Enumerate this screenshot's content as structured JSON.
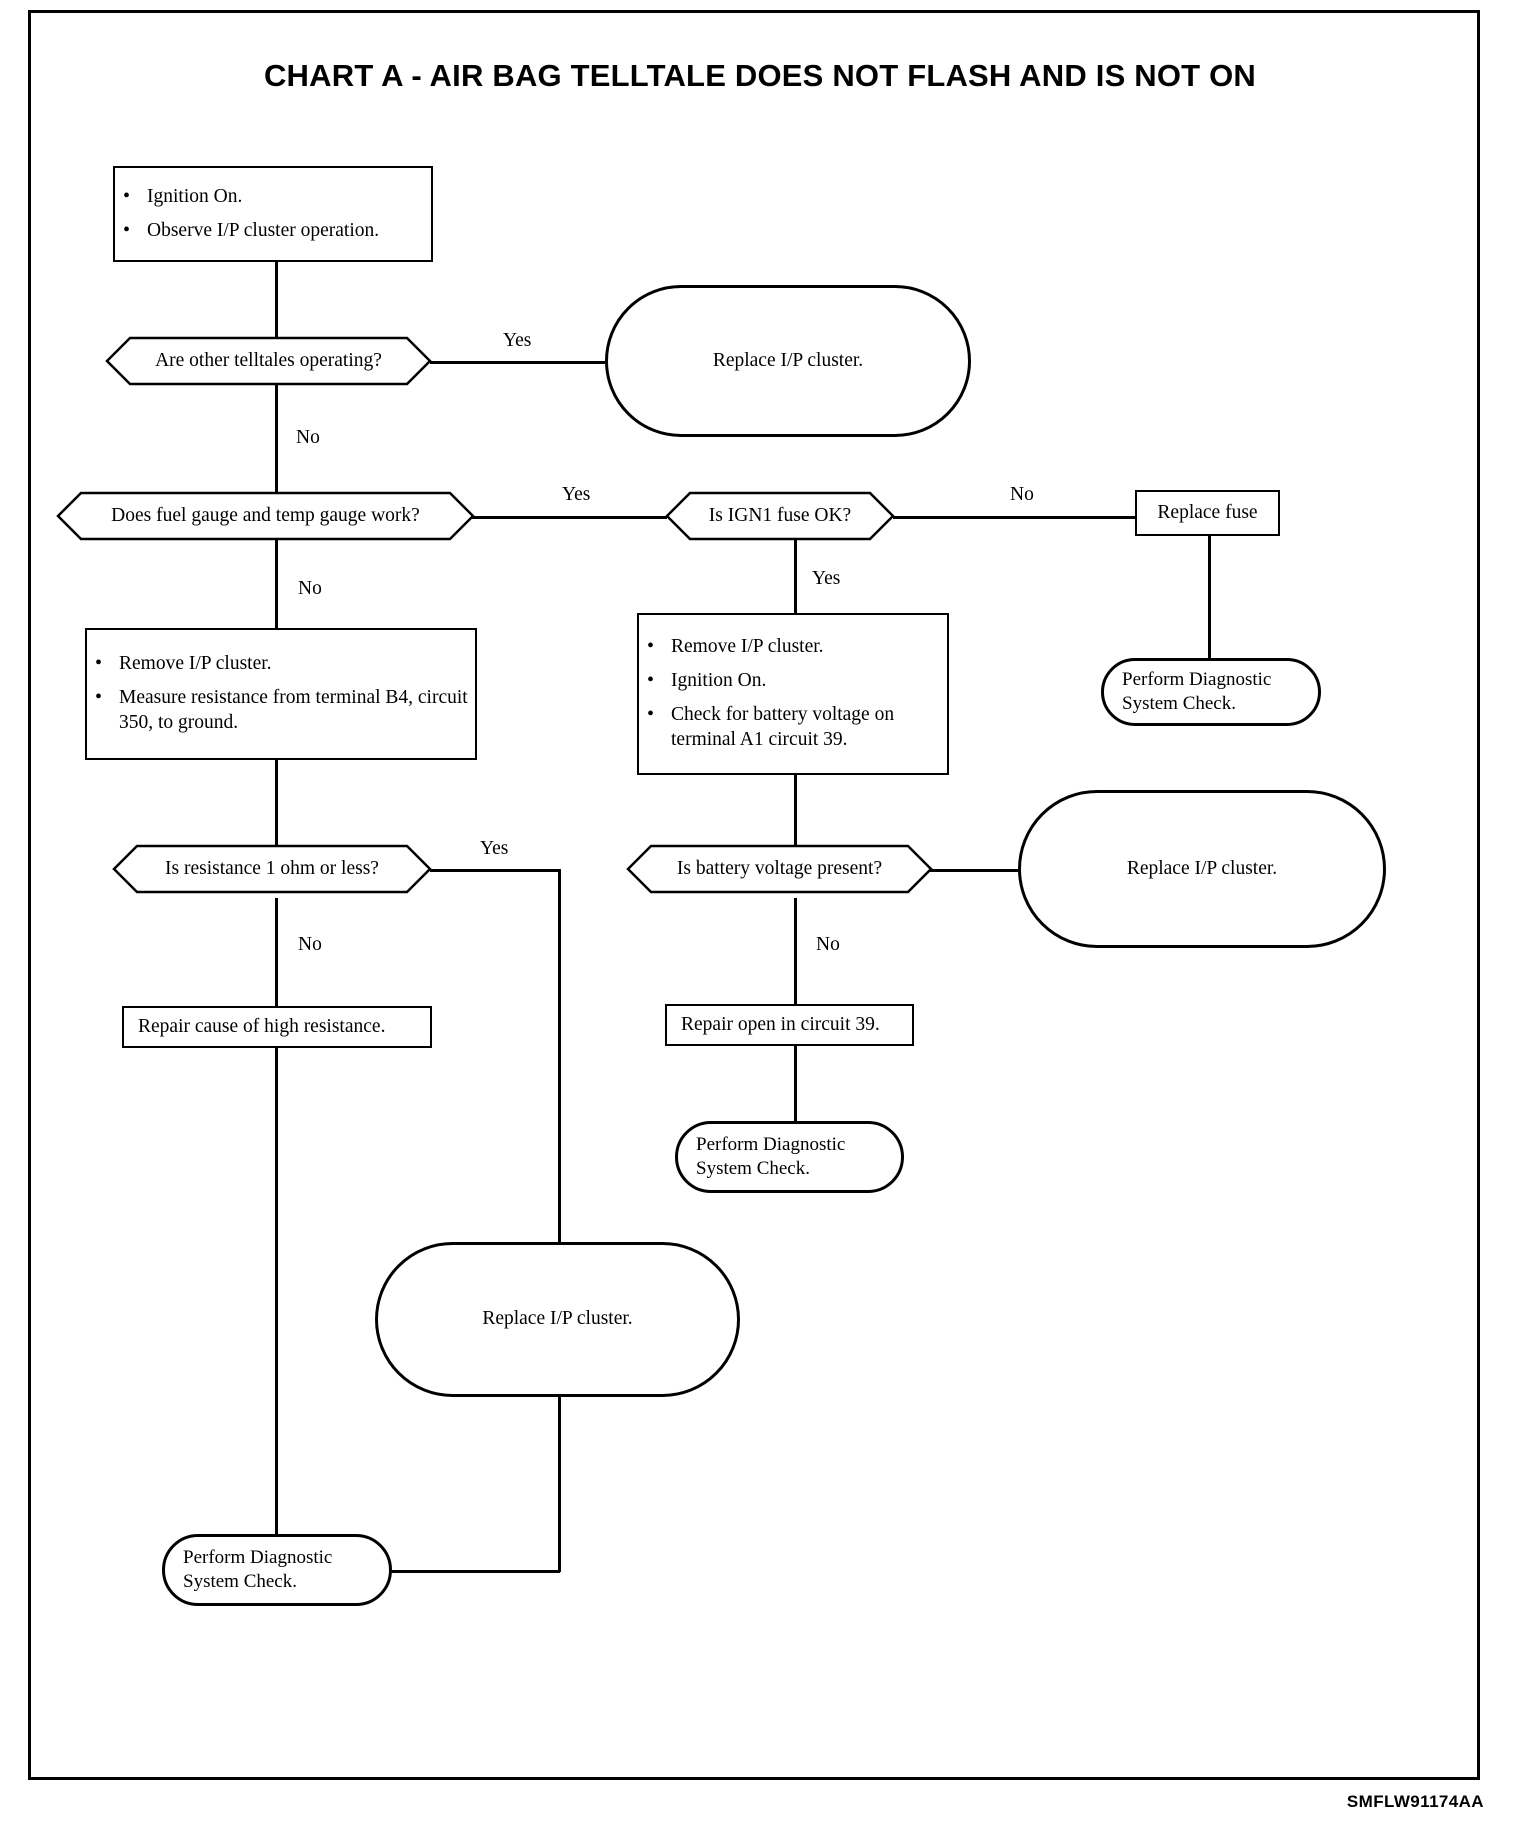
{
  "page": {
    "title": "CHART A - AIR BAG TELLTALE DOES NOT FLASH AND IS NOT ON",
    "footer_code": "SMFLW91174AA"
  },
  "labels": {
    "yes": "Yes",
    "no": "No"
  },
  "chart_data": {
    "type": "flowchart",
    "title": "CHART A - AIR BAG TELLTALE DOES NOT FLASH AND IS NOT ON",
    "nodes": [
      {
        "id": "start",
        "shape": "process",
        "bullets": [
          "Ignition On.",
          "Observe I/P cluster operation."
        ]
      },
      {
        "id": "d1",
        "shape": "decision",
        "text": "Are other telltales operating?"
      },
      {
        "id": "t1",
        "shape": "terminator",
        "text": "Replace I/P cluster."
      },
      {
        "id": "d2",
        "shape": "decision",
        "text": "Does fuel gauge and temp gauge work?"
      },
      {
        "id": "d3",
        "shape": "decision",
        "text": "Is IGN1 fuse OK?"
      },
      {
        "id": "p_fuse",
        "shape": "process",
        "text": "Replace fuse"
      },
      {
        "id": "t_pdsc_right",
        "shape": "terminator",
        "line1": "Perform Diagnostic",
        "line2": "System Check."
      },
      {
        "id": "p_left",
        "shape": "process",
        "bullets": [
          "Remove I/P cluster.",
          "Measure resistance from terminal B4, circuit 350, to ground."
        ]
      },
      {
        "id": "p_mid",
        "shape": "process",
        "bullets": [
          "Remove I/P cluster.",
          "Ignition On.",
          "Check for battery voltage on terminal A1 circuit 39."
        ]
      },
      {
        "id": "d4",
        "shape": "decision",
        "text": "Is resistance 1 ohm or less?"
      },
      {
        "id": "d5",
        "shape": "decision",
        "text": "Is battery voltage present?"
      },
      {
        "id": "t2",
        "shape": "terminator",
        "text": "Replace I/P cluster."
      },
      {
        "id": "p_repair_res",
        "shape": "process",
        "text": "Repair cause of high resistance."
      },
      {
        "id": "p_repair_open",
        "shape": "process",
        "text": "Repair open in circuit 39."
      },
      {
        "id": "t_pdsc_mid",
        "shape": "terminator",
        "line1": "Perform Diagnostic",
        "line2": "System Check."
      },
      {
        "id": "t3",
        "shape": "terminator",
        "text": "Replace I/P cluster."
      },
      {
        "id": "t_pdsc_left",
        "shape": "terminator",
        "line1": "Perform Diagnostic",
        "line2": "System Check."
      }
    ],
    "edges": [
      {
        "from": "start",
        "to": "d1",
        "label": ""
      },
      {
        "from": "d1",
        "to": "t1",
        "label": "Yes"
      },
      {
        "from": "d1",
        "to": "d2",
        "label": "No"
      },
      {
        "from": "d2",
        "to": "d3",
        "label": "Yes"
      },
      {
        "from": "d2",
        "to": "p_left",
        "label": "No"
      },
      {
        "from": "d3",
        "to": "p_fuse",
        "label": "No"
      },
      {
        "from": "d3",
        "to": "p_mid",
        "label": "Yes"
      },
      {
        "from": "p_fuse",
        "to": "t_pdsc_right",
        "label": ""
      },
      {
        "from": "p_left",
        "to": "d4",
        "label": ""
      },
      {
        "from": "p_mid",
        "to": "d5",
        "label": ""
      },
      {
        "from": "d4",
        "to": "t3",
        "label": "Yes"
      },
      {
        "from": "d4",
        "to": "p_repair_res",
        "label": "No"
      },
      {
        "from": "d5",
        "to": "t2",
        "label": ""
      },
      {
        "from": "d5",
        "to": "p_repair_open",
        "label": "No"
      },
      {
        "from": "p_repair_open",
        "to": "t_pdsc_mid",
        "label": ""
      },
      {
        "from": "p_repair_res",
        "to": "t_pdsc_left",
        "label": ""
      },
      {
        "from": "t3",
        "to": "t_pdsc_left",
        "label": ""
      }
    ]
  },
  "nodes": {
    "start": {
      "b0": "Ignition On.",
      "b1": "Observe I/P cluster operation."
    },
    "d1": {
      "text": "Are other telltales operating?"
    },
    "t1": {
      "text": "Replace I/P cluster."
    },
    "d2": {
      "text": "Does fuel gauge and temp gauge work?"
    },
    "d3": {
      "text": "Is IGN1 fuse OK?"
    },
    "p_fuse": {
      "text": "Replace fuse"
    },
    "t_pdsc_right": {
      "line1": "Perform Diagnostic",
      "line2": "System Check."
    },
    "p_left": {
      "b0": "Remove I/P cluster.",
      "b1": "Measure resistance from terminal B4, circuit 350, to ground."
    },
    "p_mid": {
      "b0": "Remove I/P cluster.",
      "b1": "Ignition On.",
      "b2": "Check for battery voltage on terminal A1 circuit 39."
    },
    "d4": {
      "text": "Is resistance 1 ohm or less?"
    },
    "d5": {
      "text": "Is battery voltage present?"
    },
    "t2": {
      "text": "Replace I/P cluster."
    },
    "p_repair_res": {
      "text": "Repair cause of high resistance."
    },
    "p_repair_open": {
      "text": "Repair open in circuit 39."
    },
    "t_pdsc_mid": {
      "line1": "Perform Diagnostic",
      "line2": "System Check."
    },
    "t3": {
      "text": "Replace I/P cluster."
    },
    "t_pdsc_left": {
      "line1": "Perform Diagnostic",
      "line2": "System Check."
    }
  },
  "edge_labels": {
    "d1_yes": "Yes",
    "d1_no": "No",
    "d2_yes": "Yes",
    "d2_no": "No",
    "d3_no": "No",
    "d3_yes": "Yes",
    "d4_yes": "Yes",
    "d4_no": "No",
    "d5_no": "No"
  }
}
